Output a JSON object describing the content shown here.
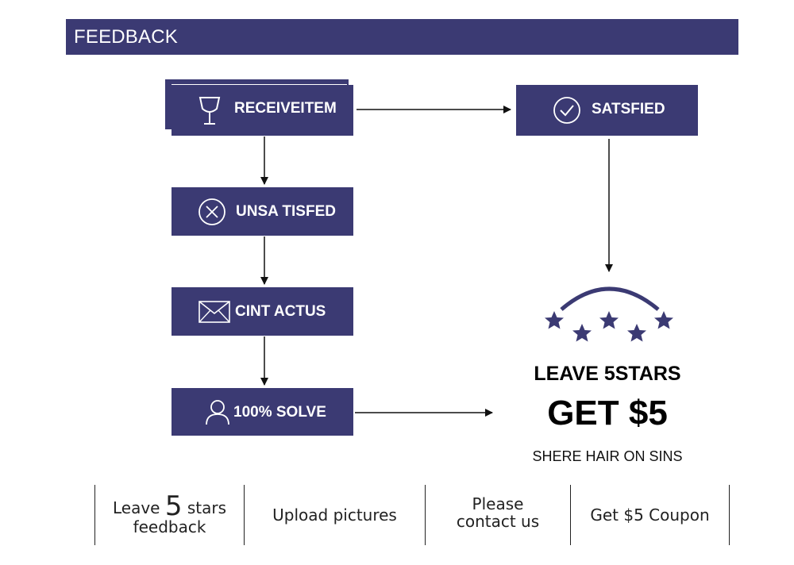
{
  "header": {
    "title": "FEEDBACK"
  },
  "flow": {
    "receive": {
      "label": "RECEIVEITEM",
      "icon": "wine-glass-icon"
    },
    "satisfied": {
      "label": "SATSFIED",
      "icon": "check-circle-icon"
    },
    "unsatisfied": {
      "label": "UNSA TISFED",
      "icon": "x-circle-icon"
    },
    "contact": {
      "label": "CINT ACTUS",
      "icon": "envelope-icon"
    },
    "solve": {
      "label": "100% SOLVE",
      "icon": "user-icon"
    }
  },
  "cta": {
    "title": "LEAVE 5STARS",
    "amount": "GET $5",
    "subtitle": "SHERE HAIR ON SINS",
    "stars_icon": "five-stars-arc-icon"
  },
  "steps": {
    "step1_pre": "Leave",
    "step1_num": "5",
    "step1_post": "stars",
    "step1_line2": "feedback",
    "step2": "Upload pictures",
    "step3_line1": "Please",
    "step3_line2": "contact us",
    "step4": "Get $5 Coupon"
  },
  "colors": {
    "accent": "#3b3a73",
    "text": "#000000",
    "background": "#ffffff"
  }
}
